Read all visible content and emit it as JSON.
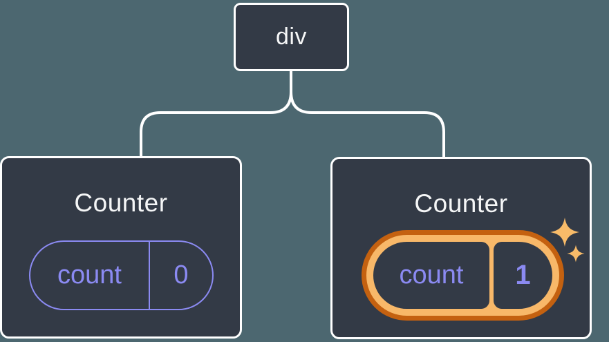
{
  "tree": {
    "root": {
      "label": "div"
    },
    "children": [
      {
        "title": "Counter",
        "state": {
          "key": "count",
          "value": "0"
        },
        "highlighted": false
      },
      {
        "title": "Counter",
        "state": {
          "key": "count",
          "value": "1"
        },
        "highlighted": true
      }
    ]
  },
  "icons": {
    "sparkle": "four-pointed-star"
  },
  "colors": {
    "background": "#4c6770",
    "node_fill": "#333a46",
    "node_border": "#ffffff",
    "text_primary": "#f5f6f7",
    "state_purple": "#8b8af2",
    "highlight_orange_dark": "#c46110",
    "highlight_orange_light": "#f8b869",
    "sparkle": "#f8bb69"
  }
}
